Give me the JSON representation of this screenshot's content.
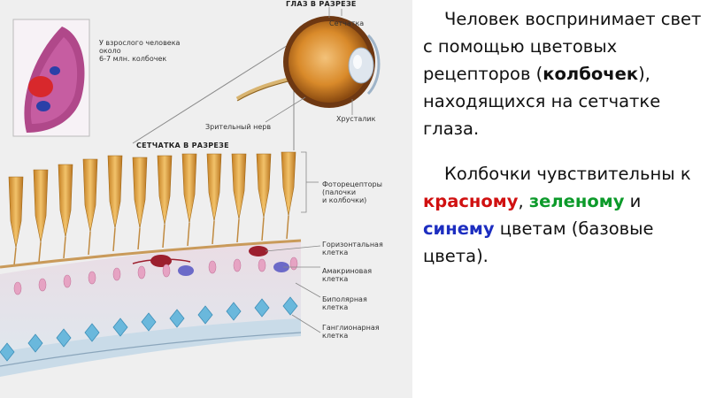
{
  "illustration": {
    "inset_text": "У взрослого человека\nоколо\n6-7 млн. колбочек",
    "eye_section_title": "ГЛАЗ В РАЗРЕЗЕ",
    "retina_label": "Сетчатка",
    "optic_nerve_label": "Зрительный нерв",
    "lens_label": "Хрусталик",
    "retina_section_title": "СЕТЧАТКА В РАЗРЕЗЕ",
    "photoreceptors_label": "Фоторецепторы\n(палочки\nи колбочки)",
    "horizontal_cell_label": "Горизонтальная\nклетка",
    "amacrine_cell_label": "Амакриновая\nклетка",
    "bipolar_cell_label": "Биполярная\nклетка",
    "ganglion_cell_label": "Ганглионарная\nклетка"
  },
  "text": {
    "p1_before": "Человек воспринимает свет с помощью цветовых рецепторов (",
    "p1_bold": "колбочек",
    "p1_after": "), находящихся на сетчатке глаза.",
    "p2_before": "Колбочки чувствительны к ",
    "red_word": "красному",
    "comma": ", ",
    "green_word": "зеленому",
    "and": " и ",
    "blue_word": "синему",
    "p2_after": " цветам (базовые цвета)."
  },
  "colors": {
    "red": "#d01010",
    "green": "#0c9a2a",
    "blue": "#1d2ec0",
    "photoreceptor": "#e0a040",
    "ganglion": "#6ab8dc"
  }
}
